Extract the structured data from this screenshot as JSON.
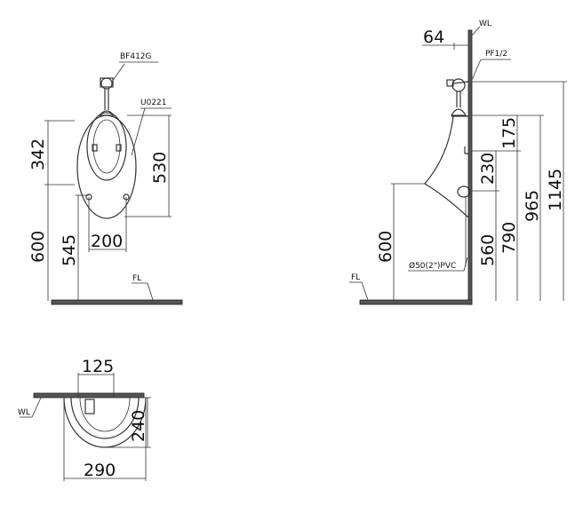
{
  "front_view": {
    "valve_label": "BF412G",
    "urinal_label": "U0221",
    "floor_label": "FL",
    "dims": {
      "d342": "342",
      "d600": "600",
      "d545": "545",
      "d530": "530",
      "d200": "200"
    }
  },
  "side_view": {
    "wall_label": "WL",
    "pipe_label": "PF1/2",
    "drain_label": "Ø50(2\")PVC",
    "floor_label": "FL",
    "dims": {
      "d64": "64",
      "d175": "175",
      "d230": "230",
      "d600": "600",
      "d560": "560",
      "d790": "790",
      "d965": "965",
      "d1145": "1145"
    }
  },
  "top_view": {
    "wall_label": "WL",
    "dims": {
      "d125": "125",
      "d240": "240",
      "d290": "290"
    }
  }
}
